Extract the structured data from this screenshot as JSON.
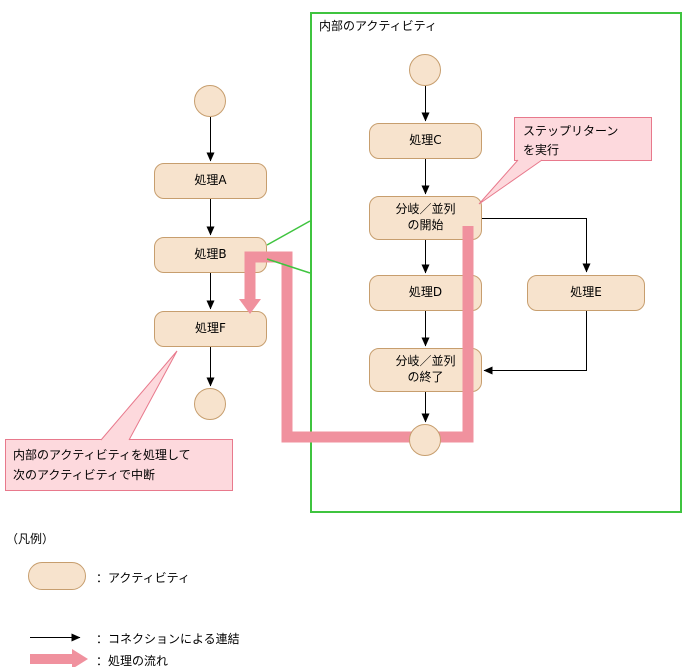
{
  "diagram": {
    "inner_container_label": "内部のアクティビティ",
    "nodes": {
      "a": "処理A",
      "b": "処理B",
      "f": "処理F",
      "c": "処理C",
      "branch_start": "分岐／並列\nの開始",
      "d": "処理D",
      "e": "処理E",
      "branch_end": "分岐／並列\nの終了"
    },
    "callouts": {
      "step_return": "ステップリターン\nを実行",
      "interrupt": "内部のアクティビティを処理して\n次のアクティビティで中断"
    }
  },
  "legend": {
    "title": "（凡例）",
    "activity_label": "：アクティビティ",
    "connection_label": "：コネクションによる連結",
    "flow_label": "：処理の流れ"
  },
  "colors": {
    "node_fill": "#f7e3cd",
    "node_border": "#c79e6e",
    "container_border": "#3fc43f",
    "callout_fill": "#fdd9dd",
    "callout_border": "#e8798c",
    "flow_arrow": "#f0919e",
    "connector": "#000000"
  }
}
